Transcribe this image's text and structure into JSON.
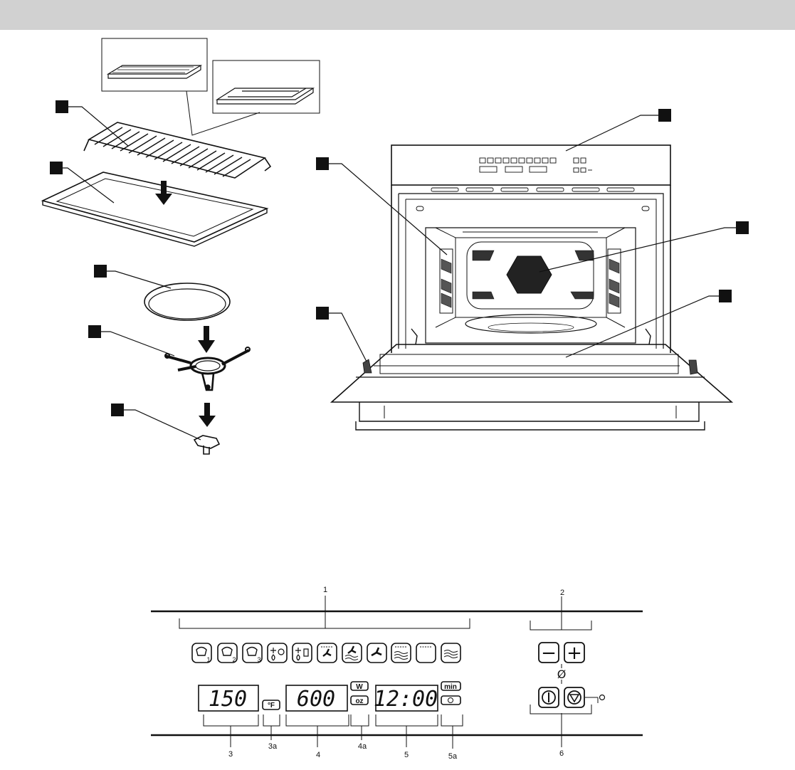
{
  "panel": {
    "displays": {
      "temperature": "150",
      "power": "600",
      "time": "12:00"
    },
    "units": {
      "fahrenheit": "°F",
      "watts": "W",
      "ounces": "oz",
      "minutes": "min"
    },
    "button_glyphs": {
      "minus": "−",
      "plus": "+",
      "off_symbol": "Ø"
    },
    "numbers": [
      "1",
      "2",
      "3",
      "3a",
      "4",
      "4a",
      "5",
      "5a",
      "6"
    ]
  }
}
